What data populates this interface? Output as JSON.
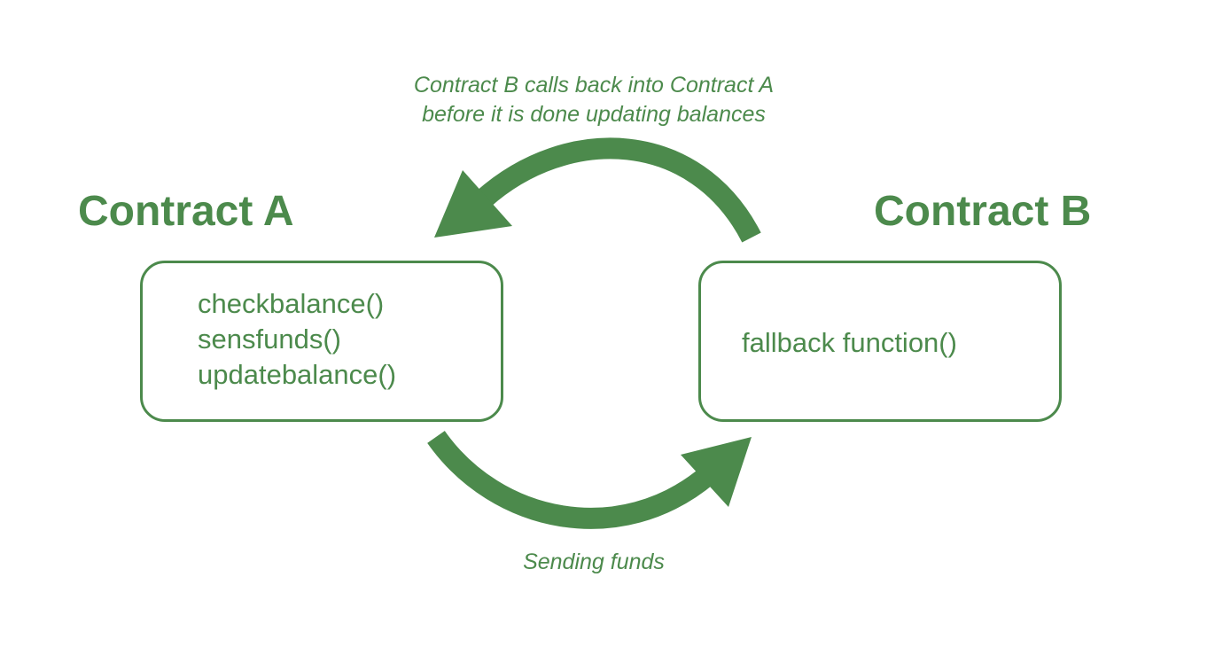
{
  "colors": {
    "primary": "#4c8a4c",
    "background": "#ffffff"
  },
  "contract_a": {
    "title": "Contract A",
    "functions": [
      "checkbalance()",
      "sensfunds()",
      "updatebalance()"
    ]
  },
  "contract_b": {
    "title": "Contract B",
    "functions": [
      "fallback function()"
    ]
  },
  "top_arrow": {
    "caption_lines": [
      "Contract B calls back into Contract A",
      "before it is done updating balances"
    ]
  },
  "bottom_arrow": {
    "caption": "Sending funds"
  }
}
